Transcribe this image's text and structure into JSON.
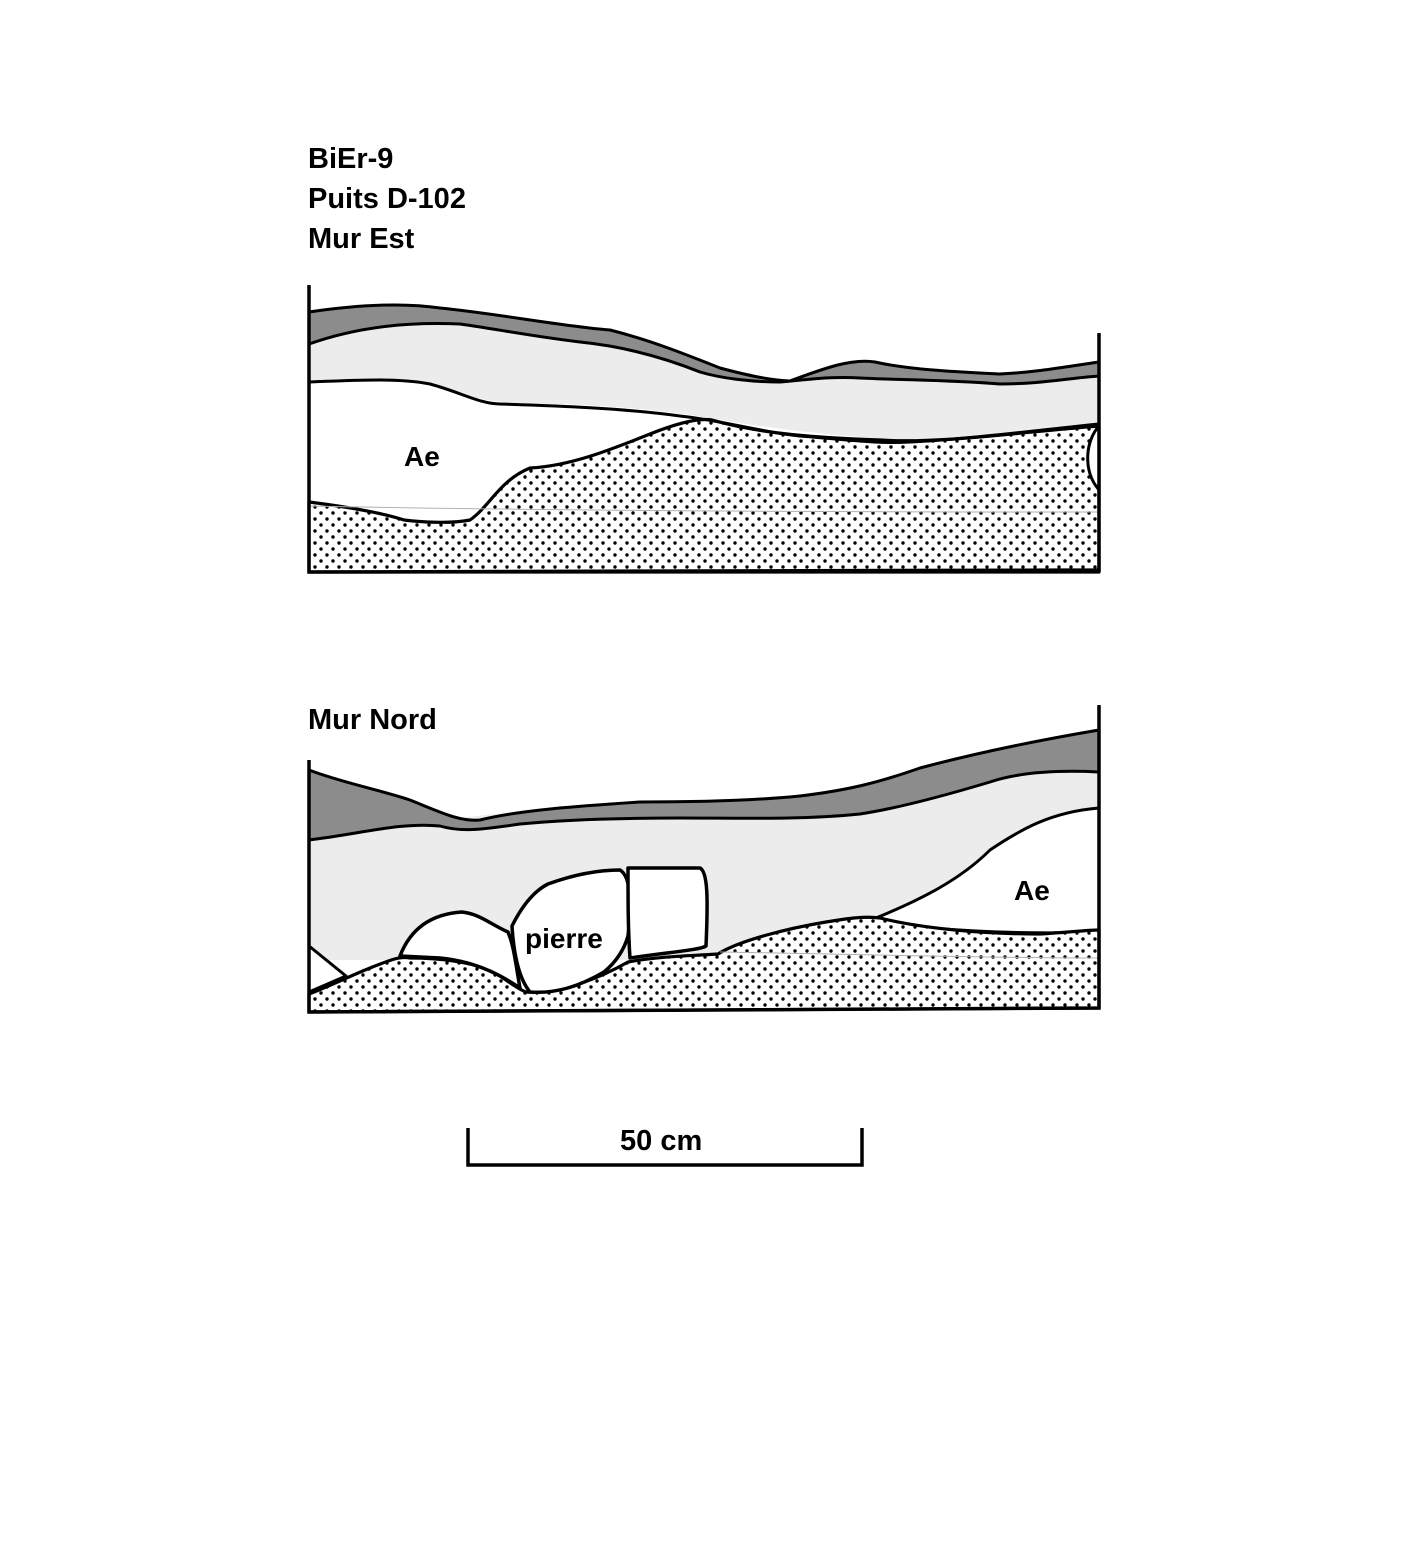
{
  "header": {
    "site": "BiEr-9",
    "pit": "Puits D-102"
  },
  "east_wall": {
    "title": "Mur Est",
    "labels": {
      "ae": "Ae"
    }
  },
  "north_wall": {
    "title": "Mur Nord",
    "labels": {
      "stone": "pierre",
      "ae": "Ae"
    }
  },
  "scale_bar": {
    "label": "50 cm"
  },
  "colors": {
    "dark_layer": "#8c8c8c",
    "light_layer": "#ececec",
    "ae_layer": "#ffffff",
    "dotted_layer_dots": "#000000",
    "outline": "#000000"
  }
}
